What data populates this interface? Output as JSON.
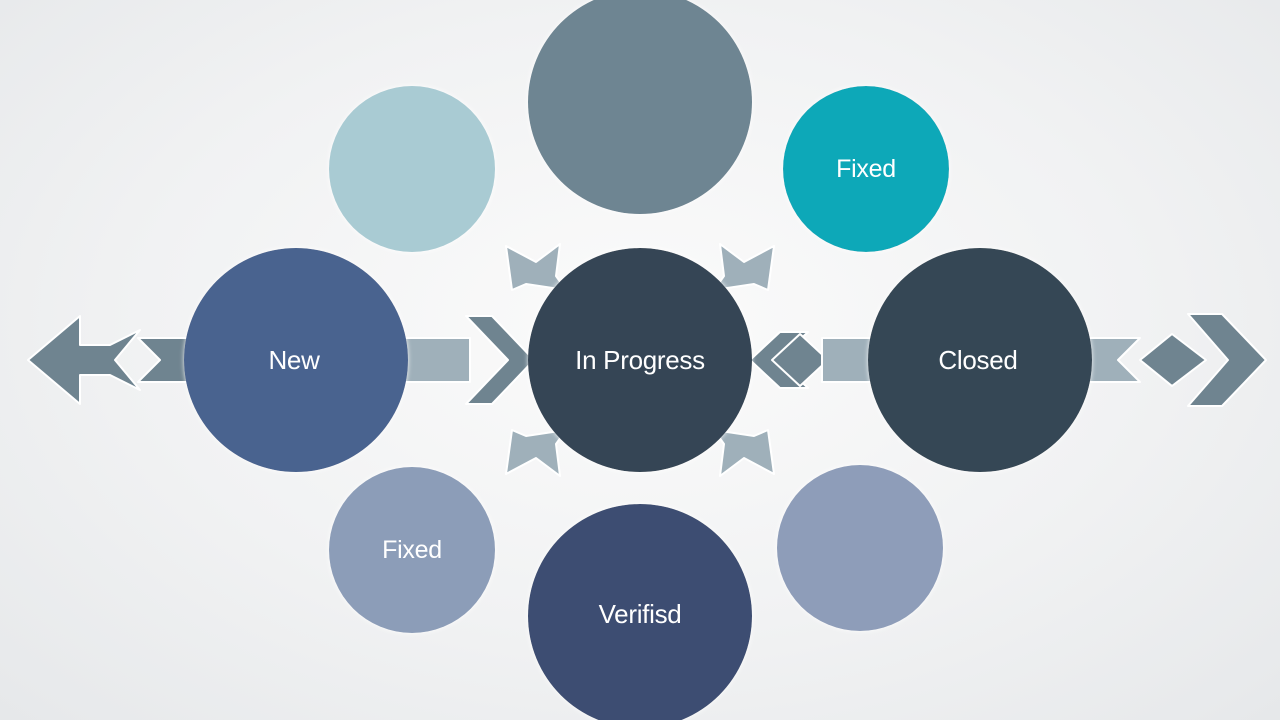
{
  "nodes": [
    {
      "id": "top",
      "label": "",
      "color": "#6e8592"
    },
    {
      "id": "top-left",
      "label": "",
      "color": "#a9cbd3"
    },
    {
      "id": "top-right",
      "label": "Fixed",
      "color": "#0fa8b8"
    },
    {
      "id": "left",
      "label": "New",
      "color": "#4a638f"
    },
    {
      "id": "center",
      "label": "In Progress",
      "color": "#344554"
    },
    {
      "id": "right",
      "label": "Closed",
      "color": "#344754"
    },
    {
      "id": "bottom-left",
      "label": "Fixed",
      "color": "#8c9db8"
    },
    {
      "id": "bottom",
      "label": "Verifisd",
      "color": "#3c4e72"
    },
    {
      "id": "bottom-right",
      "label": "",
      "color": "#8e9db9"
    }
  ],
  "colors": {
    "arrow": "#6f8490",
    "arrow_light": "#9fb0ba",
    "text": "#ffffff"
  }
}
